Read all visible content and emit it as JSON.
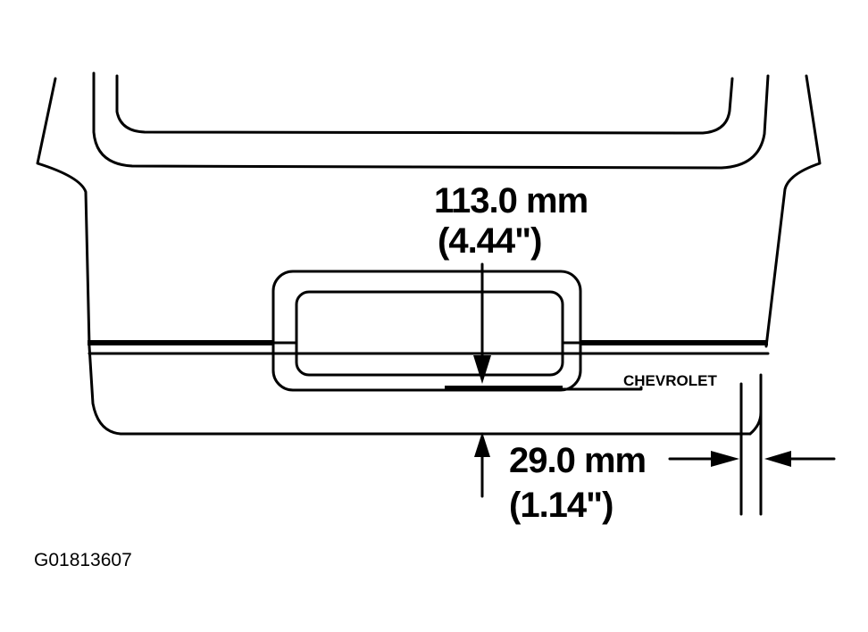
{
  "diagram": {
    "dim_top_mm": "113.0 mm",
    "dim_top_in": "(4.44\")",
    "dim_side_mm": "29.0 mm",
    "dim_side_in": "(1.14\")",
    "emblem_label": "CHEVROLET",
    "figure_id": "G01813607",
    "line_color": "#000000",
    "background": "#ffffff"
  }
}
